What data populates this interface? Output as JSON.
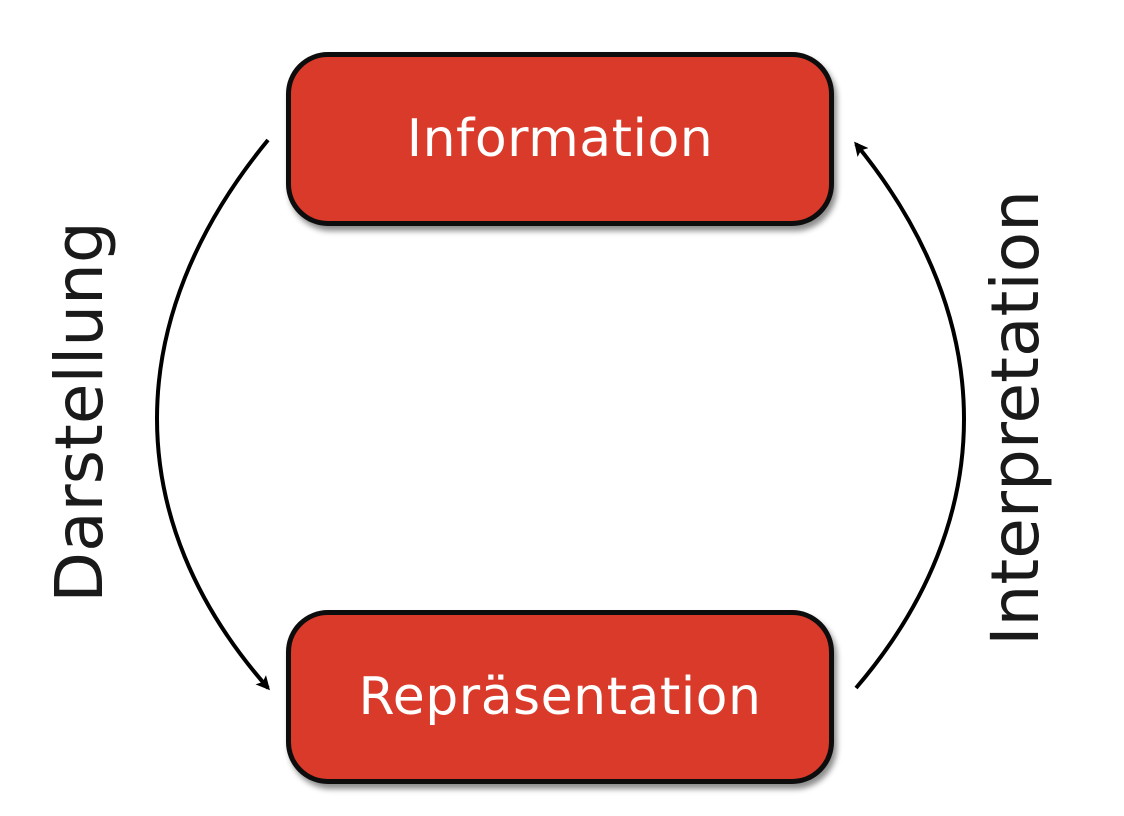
{
  "diagram": {
    "nodes": {
      "top": "Information",
      "bottom": "Repräsentation"
    },
    "edges": {
      "left": "Darstellung",
      "right": "Interpretation"
    },
    "colors": {
      "node_fill": "#d93a2a",
      "node_border": "#0d0d0d",
      "arrow": "#000000",
      "text_light": "#ffffff",
      "text_dark": "#1a1a1a"
    }
  }
}
